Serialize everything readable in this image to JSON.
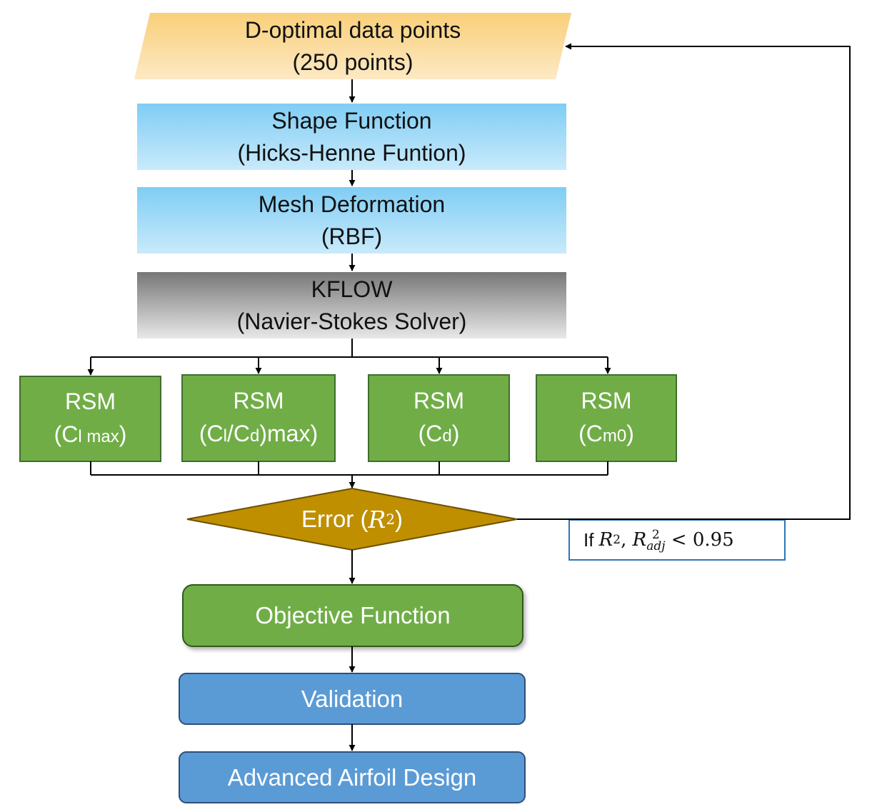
{
  "diagram": {
    "input": {
      "line1": "D-optimal data points",
      "line2": "(250 points)"
    },
    "shape_function": {
      "line1": "Shape Function",
      "line2": "(Hicks-Henne Funtion)"
    },
    "mesh_deformation": {
      "line1": "Mesh Deformation",
      "line2": "(RBF)"
    },
    "kflow": {
      "line1": "KFLOW",
      "line2": "(Navier-Stokes Solver)"
    },
    "rsm": [
      {
        "title": "RSM",
        "open": "(C",
        "sub": "l max",
        "close": ")"
      },
      {
        "title": "RSM",
        "open": "(C",
        "sub1": "l",
        "mid": "/C",
        "sub2": "d",
        "close": ")max)"
      },
      {
        "title": "RSM",
        "open": "(C",
        "sub": "d",
        "close": ")"
      },
      {
        "title": "RSM",
        "open": "(C",
        "sub": "m0",
        "close": ")"
      }
    ],
    "error": {
      "label": "Error (",
      "var": "R",
      "exp": "2",
      "close": ")"
    },
    "condition": {
      "prefix": "If ",
      "var1": "R",
      "exp1": "2",
      "sep": ", ",
      "var2": "R",
      "exp2": "2",
      "sub2": "adj",
      "op": " < ",
      "value": "0.95"
    },
    "objective": "Objective Function",
    "validation": "Validation",
    "final": "Advanced Airfoil Design"
  },
  "colors": {
    "input_fill": "#fbd690",
    "blue_box": "#9fd8f6",
    "gray_box": "#9a9a9a",
    "green_box": "#70ad47",
    "green_border": "#3f6e2a",
    "diamond": "#bf8f00",
    "blue_button": "#5b9bd5",
    "condition_border": "#2e75b6"
  }
}
